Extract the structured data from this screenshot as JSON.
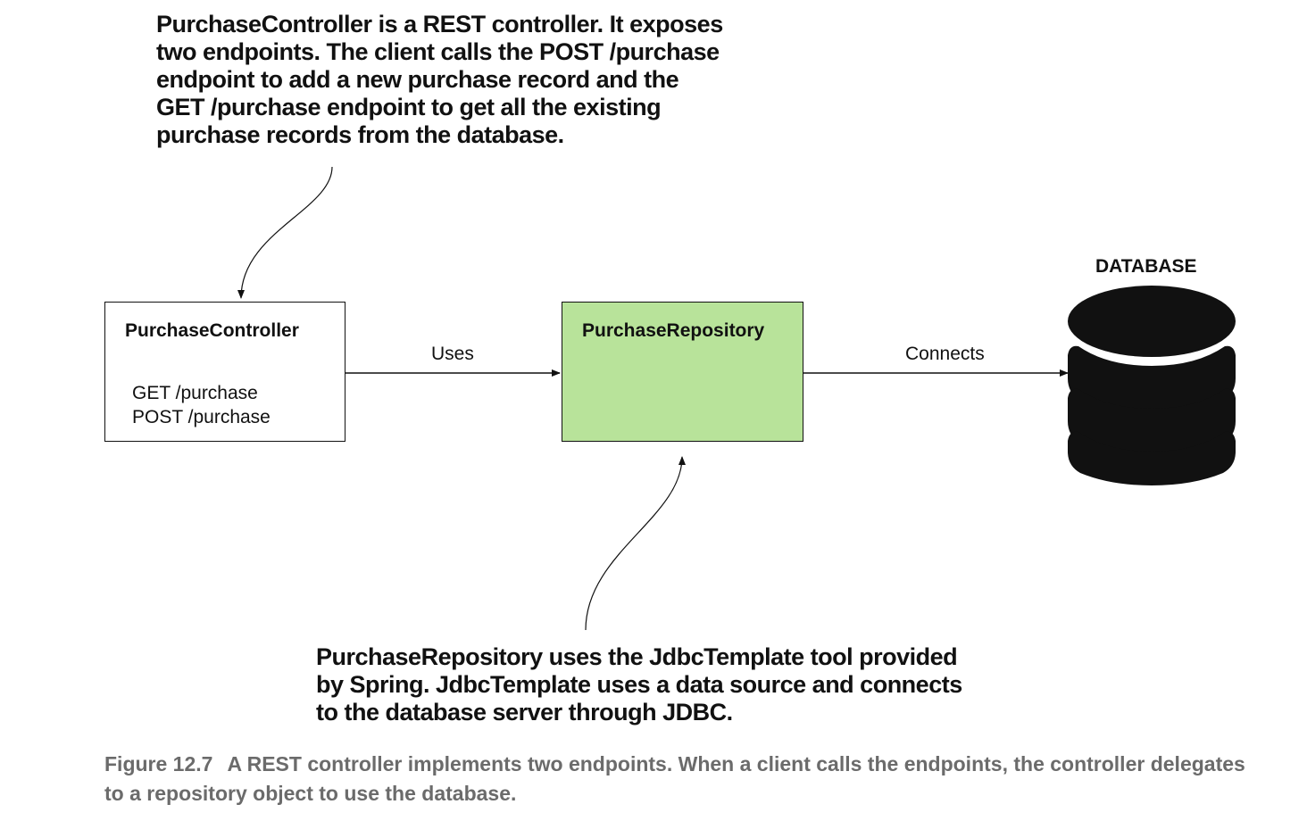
{
  "notes": {
    "controller": [
      "PurchaseController is a REST controller. It exposes",
      "two endpoints. The client calls the POST /purchase",
      "endpoint to add a new purchase record and the",
      "GET /purchase endpoint to get all the existing",
      "purchase records from the database."
    ],
    "repository": [
      "PurchaseRepository uses the JdbcTemplate tool provided",
      "by Spring. JdbcTemplate uses a data source and connects",
      "to the database server through JDBC."
    ]
  },
  "nodes": {
    "controller": {
      "title": "PurchaseController",
      "endpoints": [
        "GET /purchase",
        "POST /purchase"
      ]
    },
    "repository": {
      "title": "PurchaseRepository",
      "fill": "#b8e39a"
    },
    "database": {
      "label": "DATABASE",
      "icon": "database-icon"
    }
  },
  "edges": {
    "uses": "Uses",
    "connects": "Connects"
  },
  "caption": {
    "number": "Figure 12.7",
    "text": "A REST controller implements two endpoints. When a client calls the endpoints, the controller delegates to a repository object to use the database."
  }
}
